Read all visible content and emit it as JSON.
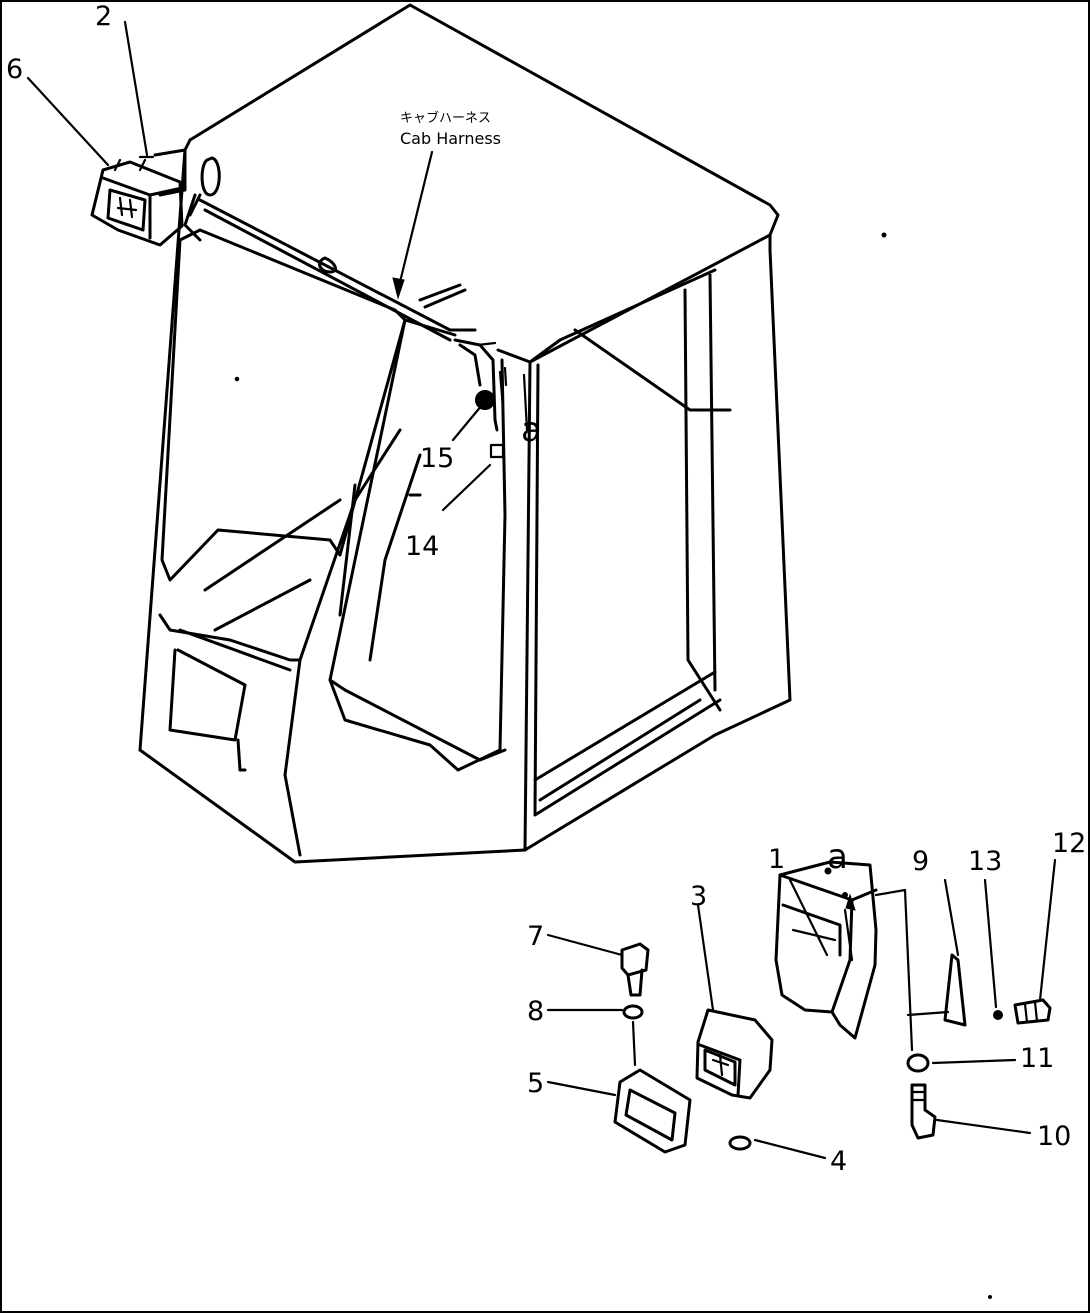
{
  "annotation": {
    "japanese": "キャブハーネス",
    "english": "Cab Harness"
  },
  "view_marker": "a",
  "parts": [
    {
      "id": "p1",
      "label": "1"
    },
    {
      "id": "p2",
      "label": "2"
    },
    {
      "id": "p3",
      "label": "3"
    },
    {
      "id": "p4",
      "label": "4"
    },
    {
      "id": "p5",
      "label": "5"
    },
    {
      "id": "p6",
      "label": "6"
    },
    {
      "id": "p7",
      "label": "7"
    },
    {
      "id": "p8",
      "label": "8"
    },
    {
      "id": "p9",
      "label": "9"
    },
    {
      "id": "p10",
      "label": "10"
    },
    {
      "id": "p11",
      "label": "11"
    },
    {
      "id": "p12",
      "label": "12"
    },
    {
      "id": "p13",
      "label": "13"
    },
    {
      "id": "p14",
      "label": "14"
    },
    {
      "id": "p15",
      "label": "15"
    }
  ]
}
